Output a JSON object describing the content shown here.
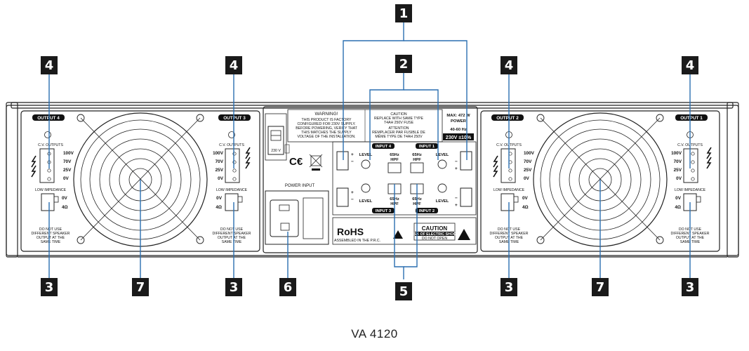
{
  "model": "VA 4120",
  "callouts": {
    "c1": "1",
    "c2": "2",
    "c3": "3",
    "c4": "4",
    "c5": "5",
    "c6": "6",
    "c7": "7"
  },
  "outputs": {
    "output4": "OUTPUT 4",
    "output3": "OUTPUT 3",
    "output2": "OUTPUT 2",
    "output1": "OUTPUT 1",
    "cv_outputs": "C.V. OUTPUTS",
    "v100": "100V",
    "v70": "70V",
    "v25": "25V",
    "v0": "0V",
    "low_impedance": "LOW IMPEDANCE",
    "ohm4": "4Ω",
    "warn1": "DO NOT USE",
    "warn2": "DIFFERENT SPEAKER",
    "warn3": "OUTPUT AT THE",
    "warn4": "SAME TIME"
  },
  "center": {
    "voltage_switch": "230 V",
    "power_input": "POWER INPUT",
    "warning_title": "WARNING!",
    "warning_l1": "THIS PRODUCT IS FACTORY",
    "warning_l2": "CONFIGURED FOR 230V SUPPLY.",
    "warning_l3": "BEFORE POWERING, VERIFY THAT",
    "warning_l4": "THIS MATCHES THE SUPPLY",
    "warning_l5": "VOLTAGE OF THE INSTALLATION.",
    "caution_small": "CAUTION",
    "caution_l1": "REPLACE WITH SAME TYPE",
    "caution_l2": "T4AH 250V FUSE",
    "attention": "ATTENTION",
    "attention_l1": "REMPLACER PAR FUSIBLE DE",
    "attention_l2": "MÊME TYPE DE T4AH 250V",
    "max_power": "MAX: 472 W",
    "power": "POWER",
    "freq": "40-60 Hz",
    "mains": "230V ±10%",
    "input4": "INPUT 4",
    "input3": "INPUT 3",
    "input2": "INPUT 2",
    "input1": "INPUT 1",
    "level": "LEVEL",
    "hpf_top": "65Hz",
    "hpf_bottom": "HPF",
    "rohs": "RoHS",
    "assembled": "ASSEMBLED IN THE P.R.C.",
    "caution_big": "CAUTION",
    "shock": "RISK OF ELECTRIC SHOCK",
    "do_not_open": "DO NOT OPEN"
  },
  "colors": {
    "callout_bg": "#1a1a1a",
    "chassis_line": "#222222",
    "callout_line": "#2a6fb0"
  }
}
